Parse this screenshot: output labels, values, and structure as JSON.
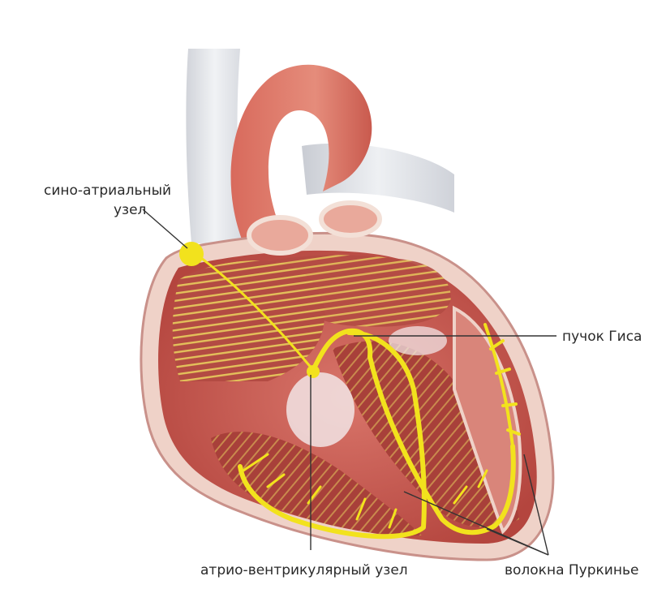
{
  "labels": {
    "sa_node_line1": "сино-атриальный",
    "sa_node_line2": "узел",
    "his_bundle": "пучок Гиса",
    "av_node": "атрио-вентрикулярный узел",
    "purkinje": "волокна Пуркинье"
  },
  "colors": {
    "conduction_system": "#f2e21d",
    "myocardium": "#c8524a",
    "chamber_interior": "#d9857a",
    "pericardial_wall": "#efd2c8",
    "vessels": "#d7dae0",
    "label_text": "#2a2a2a"
  }
}
